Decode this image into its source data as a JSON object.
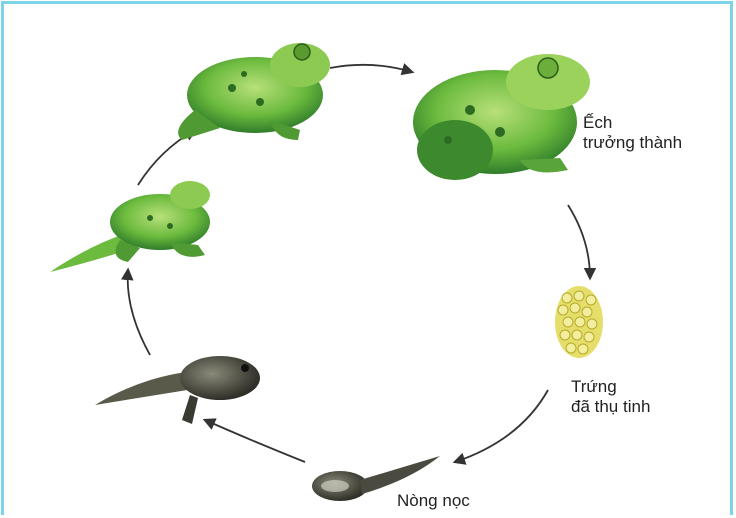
{
  "labels": {
    "adult": [
      "Ếch",
      "trưởng thành"
    ],
    "eggs": [
      "Trứng",
      "đã thụ tinh"
    ],
    "tadpole": "Nòng nọc"
  },
  "stages": [
    {
      "name": "adult-frog",
      "icon": "adult-frog-icon"
    },
    {
      "name": "fertilized-eggs",
      "icon": "egg-cluster-icon"
    },
    {
      "name": "tadpole",
      "icon": "tadpole-icon"
    },
    {
      "name": "tadpole-with-legs",
      "icon": "tadpole-legs-icon"
    },
    {
      "name": "froglet-with-tail",
      "icon": "froglet-tail-icon"
    },
    {
      "name": "young-frog",
      "icon": "young-frog-icon"
    }
  ],
  "colors": {
    "frame": "#7dd3ea",
    "frog_green": "#5cae3a",
    "frog_light": "#a6d66a",
    "egg_yellow": "#d8d04a",
    "tadpole_dark": "#3a3a32",
    "arrow": "#333333"
  }
}
